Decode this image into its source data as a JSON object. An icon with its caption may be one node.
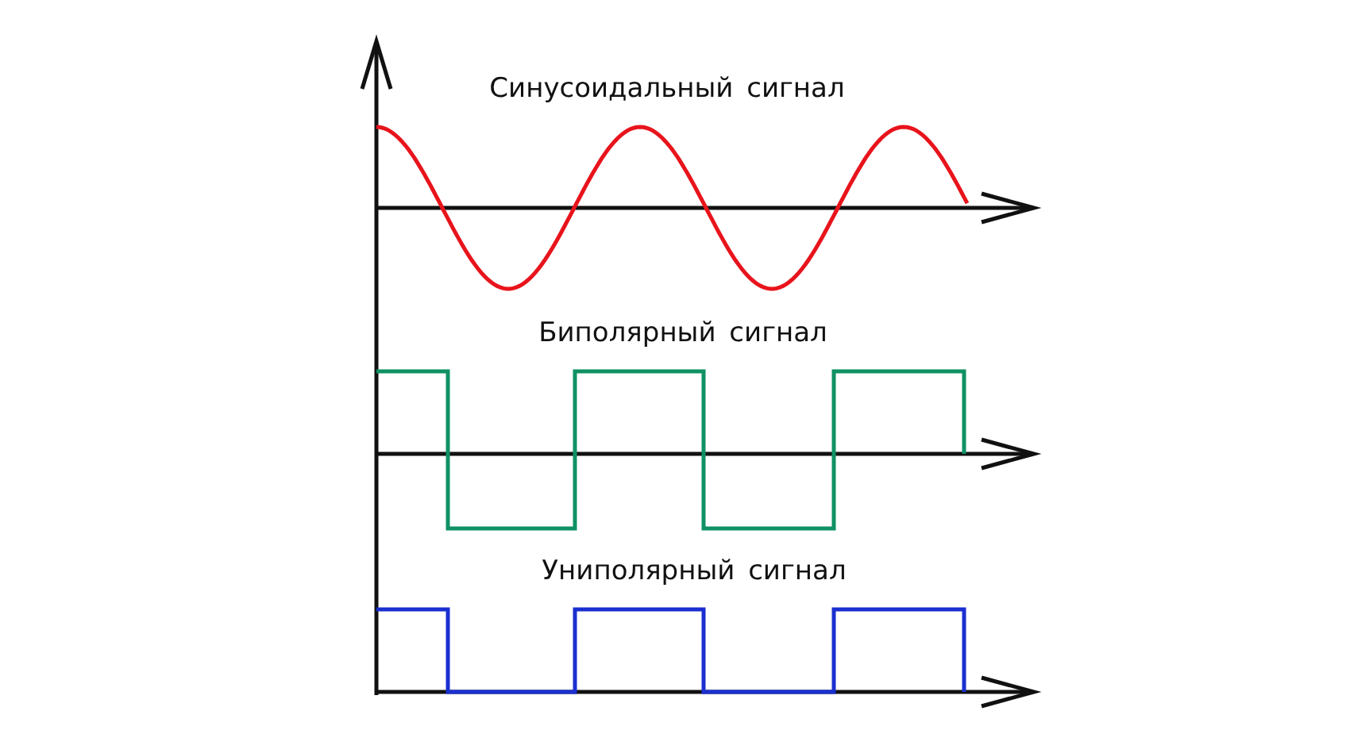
{
  "diagram": {
    "labels": [
      "Синусоидальный сигнал",
      "Биполярный сигнал",
      "Униполярный сигнал"
    ]
  }
}
